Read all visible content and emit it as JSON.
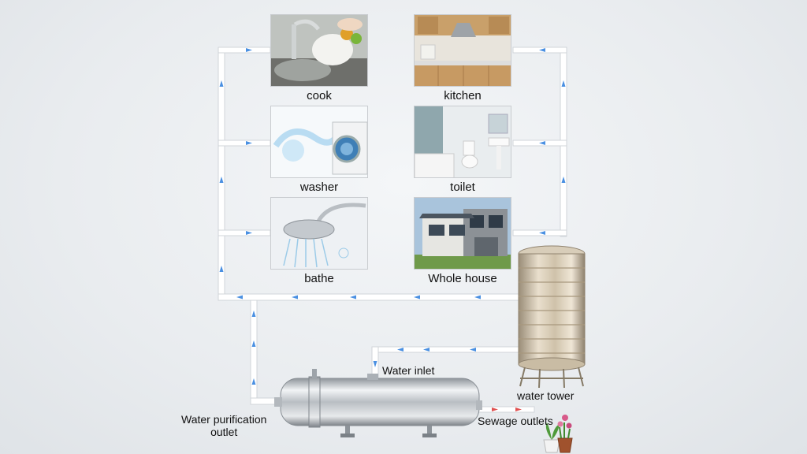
{
  "tiles": {
    "cook": "cook",
    "kitchen": "kitchen",
    "washer": "washer",
    "toilet": "toilet",
    "bathe": "bathe",
    "whole_house": "Whole house"
  },
  "labels": {
    "water_inlet": "Water inlet",
    "water_tower": "water tower",
    "outlet_line1": "Water purification",
    "outlet_line2": "outlet",
    "sewage": "Sewage outlets"
  },
  "colors": {
    "pipe": "#ffffff",
    "pipe_edge": "#d3d7dc",
    "flow_arrow": "#4a90e2",
    "sewage_arrow": "#e05050",
    "steel": "#c8ccd0"
  }
}
